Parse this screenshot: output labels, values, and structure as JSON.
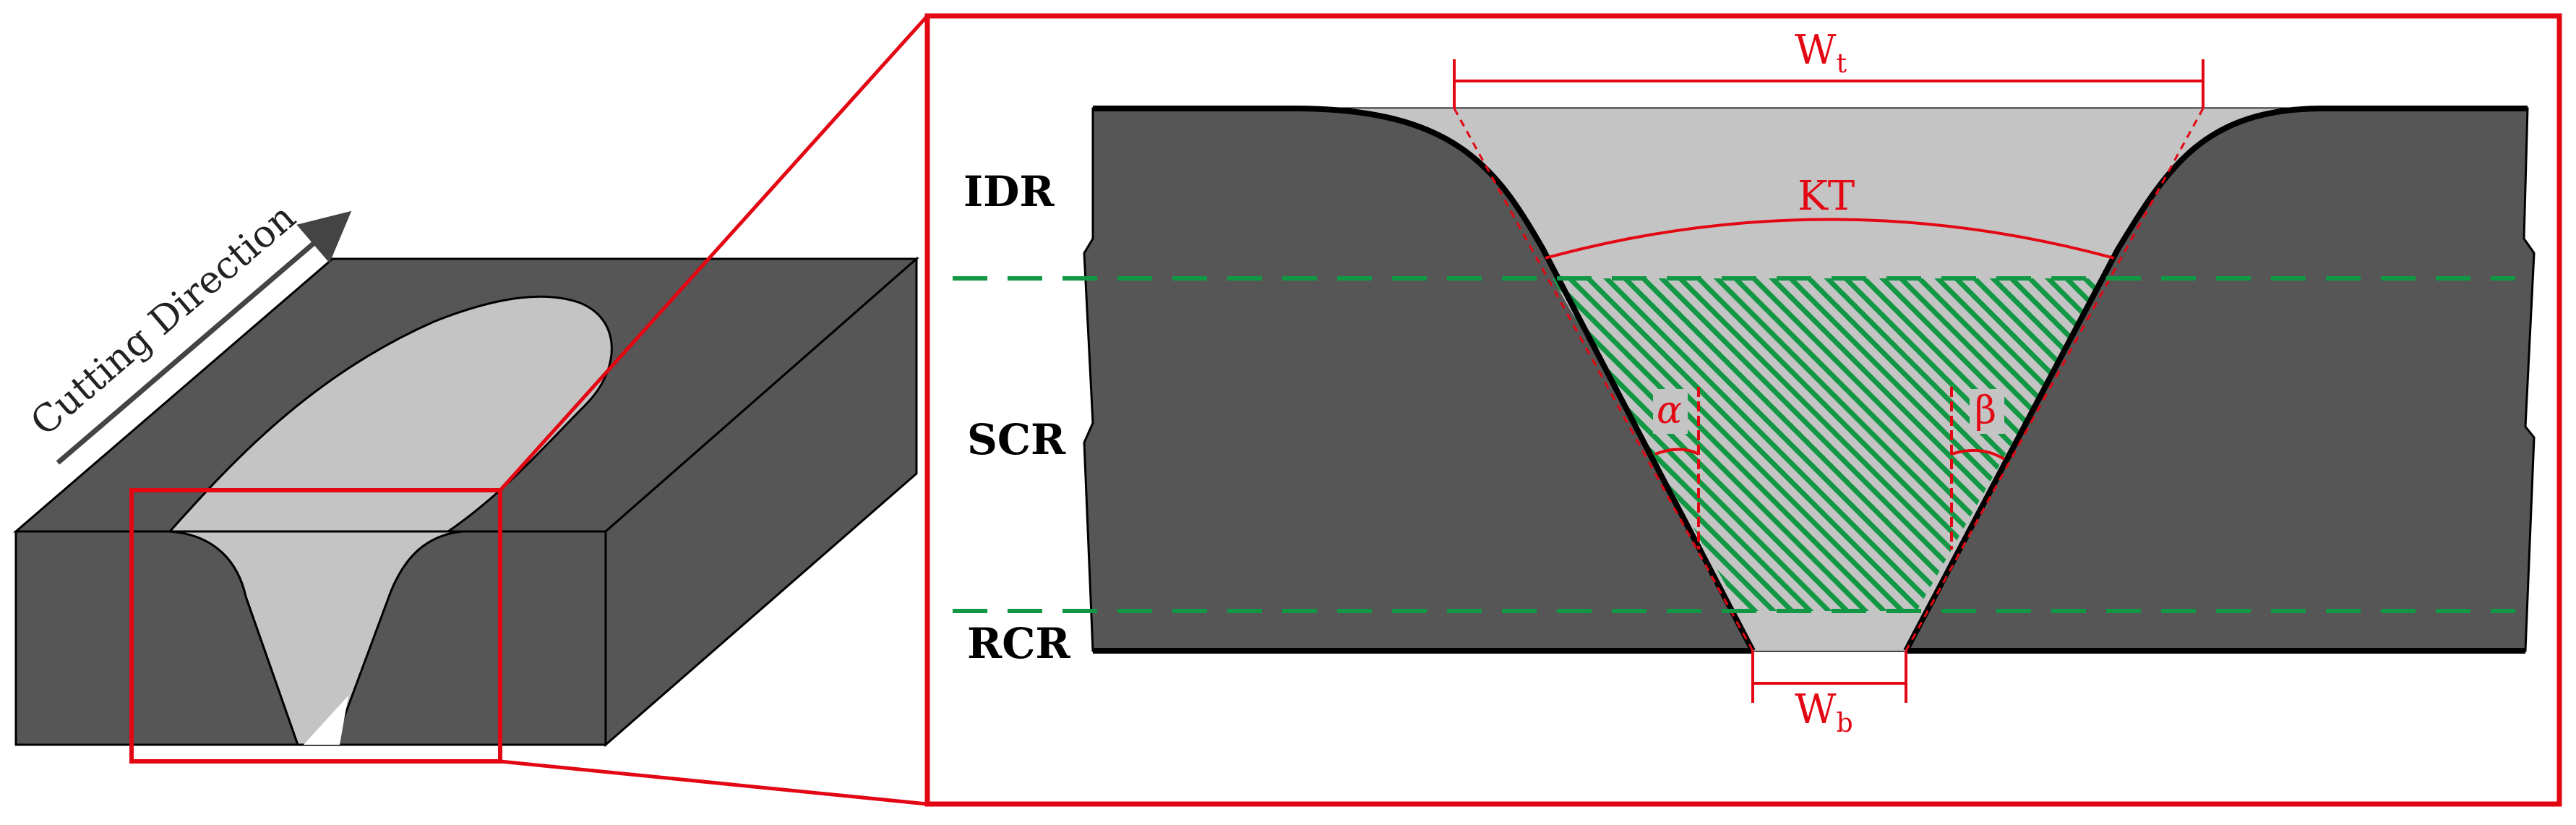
{
  "colors": {
    "dark_material": "#565656",
    "kerf_gray": "#c4c4c4",
    "red": "#e30613",
    "green": "#129845",
    "black": "#000000"
  },
  "left_view": {
    "direction_label": "Cutting Direction"
  },
  "detail_view": {
    "regions": {
      "idr": "IDR",
      "scr": "SCR",
      "rcr": "RCR"
    },
    "dimensions": {
      "top_width": "W",
      "top_width_sub": "t",
      "bottom_width": "W",
      "bottom_width_sub": "b",
      "kerf_taper": "KT",
      "alpha": "α",
      "beta": "β"
    }
  }
}
